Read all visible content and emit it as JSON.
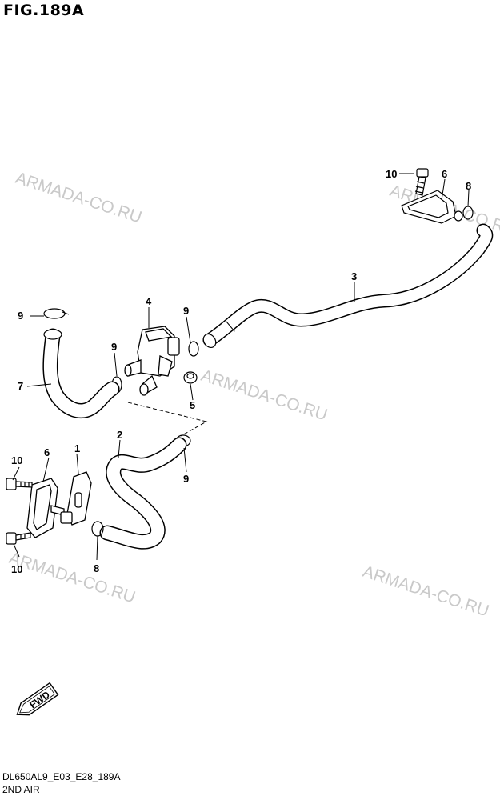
{
  "figure": {
    "title": "FIG.189A",
    "code": "DL650AL9_E03_E28_189A",
    "name": "2ND AIR"
  },
  "watermark": "ARMADA-CO.RU",
  "direction_marker": "FWD",
  "part_labels": [
    "1",
    "2",
    "3",
    "4",
    "5",
    "6",
    "7",
    "8",
    "9",
    "10"
  ],
  "callouts": {
    "a_10": "10",
    "a_6": "6",
    "a_8": "8",
    "b_3": "3",
    "b_4": "4",
    "b_9a": "9",
    "b_9b": "9",
    "b_9c": "9",
    "b_9d": "9",
    "b_7": "7",
    "b_5": "5",
    "b_2": "2",
    "b_1": "1",
    "b_6": "6",
    "b_10a": "10",
    "b_10b": "10",
    "b_8": "8"
  },
  "colors": {
    "line": "#000000",
    "watermark": "#c9c9c9",
    "background": "#ffffff"
  }
}
